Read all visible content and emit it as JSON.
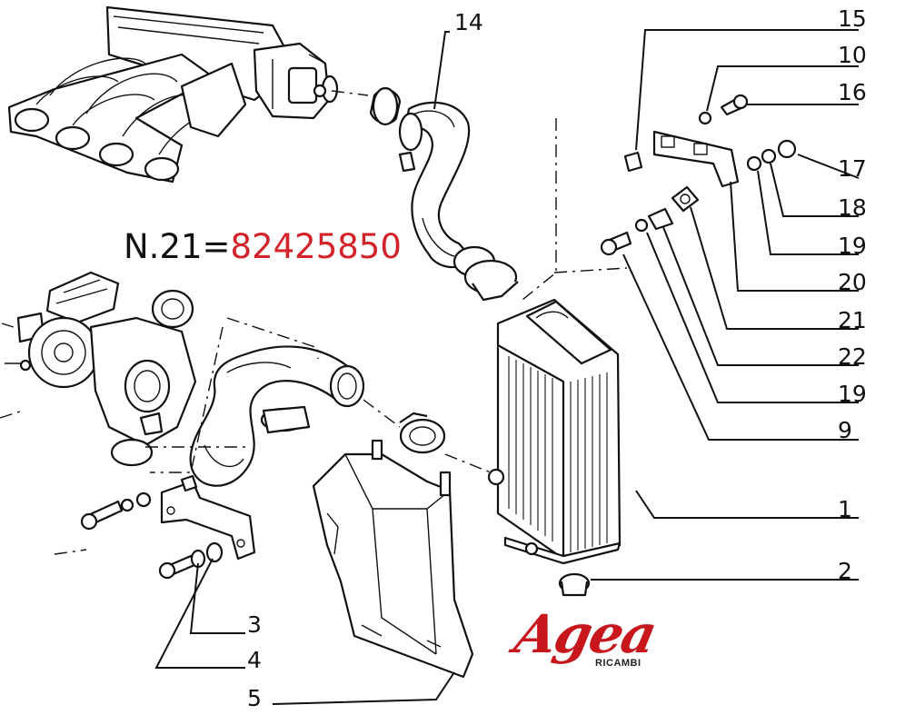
{
  "callouts": [
    {
      "id": "14",
      "text": "14"
    },
    {
      "id": "15",
      "text": "15"
    },
    {
      "id": "10",
      "text": "10"
    },
    {
      "id": "16",
      "text": "16"
    },
    {
      "id": "17",
      "text": "17"
    },
    {
      "id": "18",
      "text": "18"
    },
    {
      "id": "19a",
      "text": "19"
    },
    {
      "id": "20",
      "text": "20"
    },
    {
      "id": "21",
      "text": "21"
    },
    {
      "id": "22",
      "text": "22"
    },
    {
      "id": "19b",
      "text": "19"
    },
    {
      "id": "9",
      "text": "9"
    },
    {
      "id": "1",
      "text": "1"
    },
    {
      "id": "2",
      "text": "2"
    },
    {
      "id": "3",
      "text": "3"
    },
    {
      "id": "4",
      "text": "4"
    },
    {
      "id": "5",
      "text": "5"
    }
  ],
  "part_note": {
    "label": "N.21=",
    "value": "82425850",
    "value_color": "#d3232a"
  },
  "logo": {
    "brand": "Agea",
    "sub": "RICAMBI",
    "color": "#c8161d"
  }
}
